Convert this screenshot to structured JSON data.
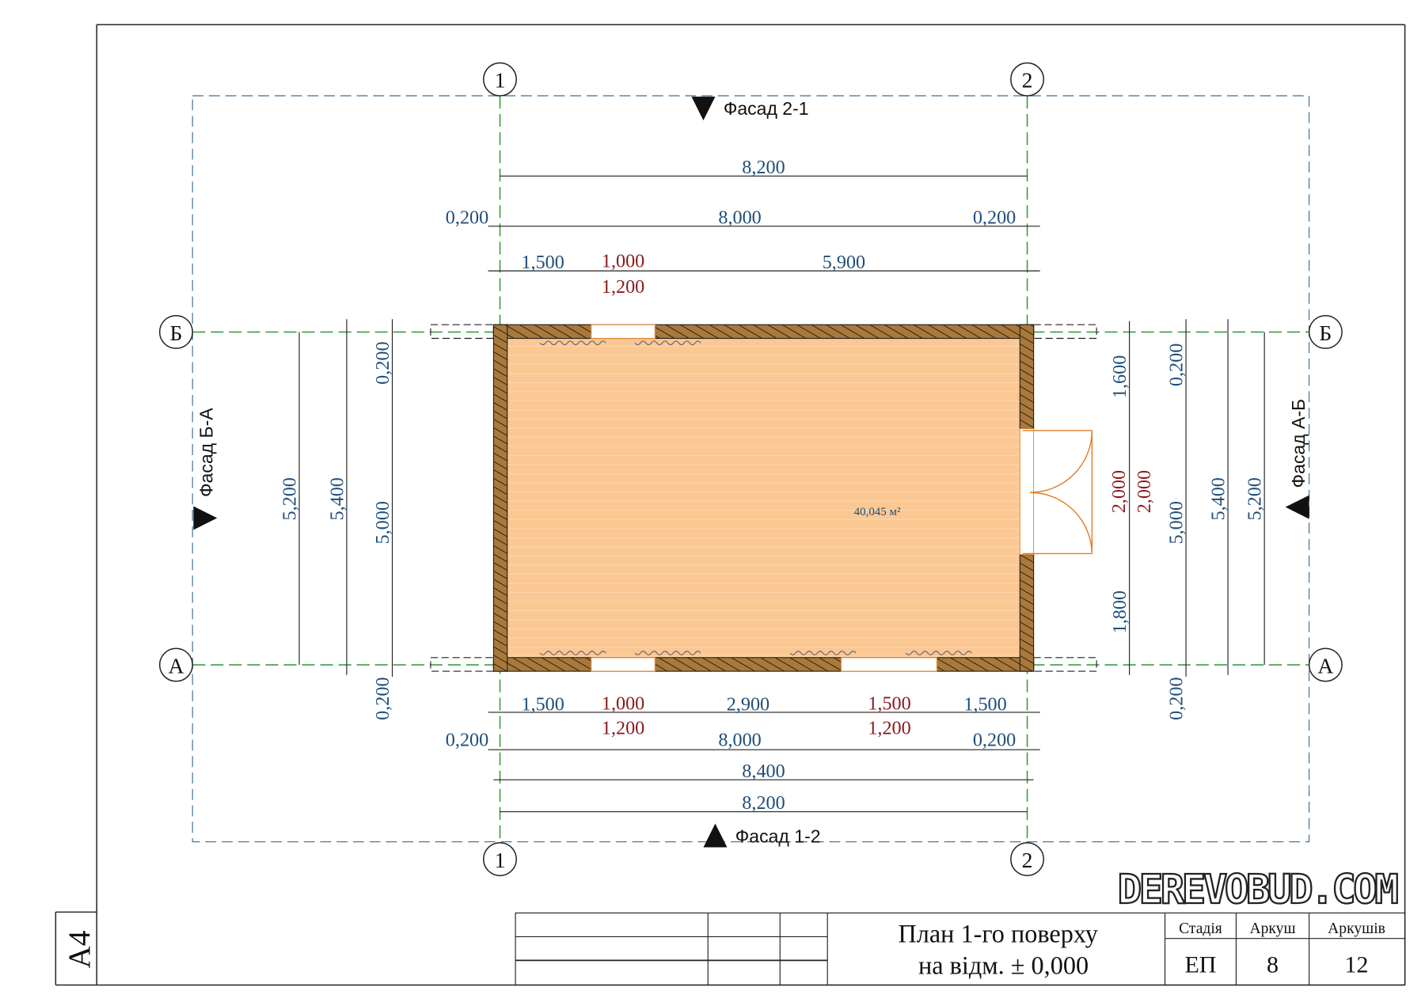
{
  "sheet": {
    "format": "A4",
    "title_line1": "План 1-го поверху",
    "title_line2": "на відм. ± 0,000",
    "stage_header": "Стадія",
    "sheet_header": "Аркуш",
    "sheets_header": "Аркушів",
    "stage": "ЕП",
    "sheet": "8",
    "sheets": "12",
    "watermark": "DEREVOBUD.COM"
  },
  "axes": {
    "col1": "1",
    "col2": "2",
    "rowB": "Б",
    "rowA": "А"
  },
  "facades": {
    "top": "Фасад 2-1",
    "bottom": "Фасад 1-2",
    "left": "Фасад Б-А",
    "right": "Фасад А-Б"
  },
  "room": {
    "area": "40,045 м²"
  },
  "dims": {
    "top": {
      "overall": "8,200",
      "wall_left": "0,200",
      "inner": "8,000",
      "wall_right": "0,200",
      "seg1": "1,500",
      "win_w": "1,000",
      "win_h": "1,200",
      "seg3": "5,900"
    },
    "bottom": {
      "seg1": "1,500",
      "win1_w": "1,000",
      "win1_h": "1,200",
      "seg3": "2,900",
      "win2_w": "1,500",
      "win2_h": "1,200",
      "seg5": "1,500",
      "wall_left": "0,200",
      "inner": "8,000",
      "wall_right": "0,200",
      "outer": "8,400",
      "axes": "8,200"
    },
    "left": {
      "axes": "5,200",
      "outer": "5,400",
      "wall_top": "0,200",
      "inner": "5,000",
      "wall_bottom": "0,200"
    },
    "right": {
      "seg1": "1,600",
      "door_w": "2,000",
      "door_h": "2,000",
      "seg3": "1,800",
      "wall_top": "0,200",
      "inner": "5,000",
      "wall_bottom": "0,200",
      "outer": "5,400",
      "axes": "5,200"
    }
  },
  "colors": {
    "floor": "#fbc894",
    "wall": "#a8793a",
    "axis": "#2a9a2a",
    "dim_blue": "#1f4e79",
    "dim_red": "#8b1a1a"
  }
}
